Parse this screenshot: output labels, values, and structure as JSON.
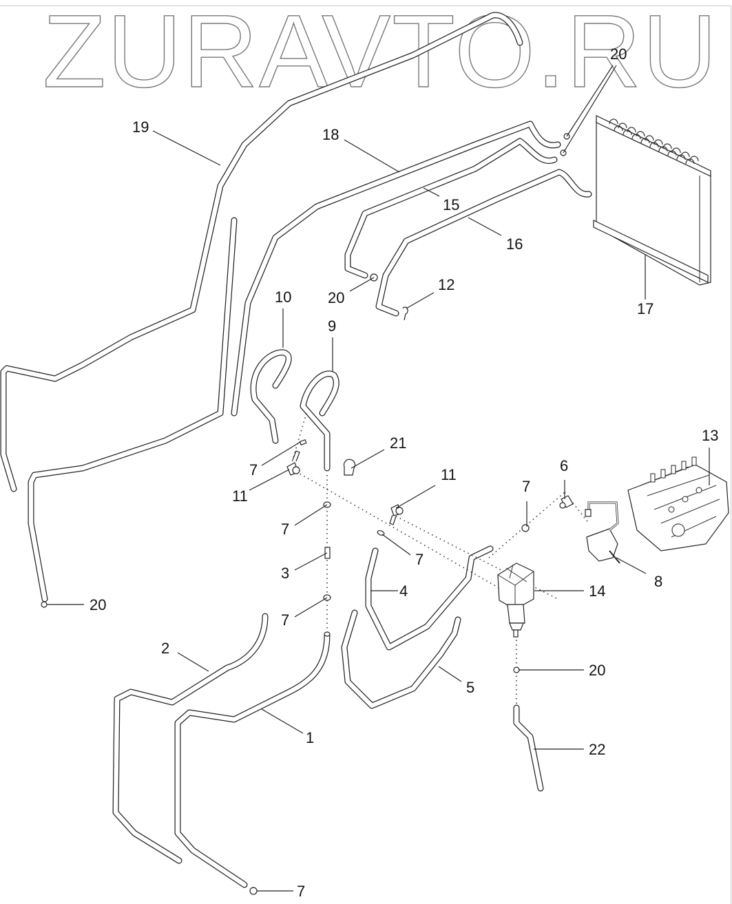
{
  "watermark": "ZURAVTO.RU",
  "diagram": {
    "type": "exploded parts diagram",
    "subject": "hoses, fittings, condenser and fuel/injection components",
    "callouts": [
      {
        "id": "c19",
        "label": "19",
        "part": "hose-19"
      },
      {
        "id": "c18",
        "label": "18",
        "part": "hose-18"
      },
      {
        "id": "c15",
        "label": "15",
        "part": "hose-15"
      },
      {
        "id": "c16",
        "label": "16",
        "part": "hose-16"
      },
      {
        "id": "c17",
        "label": "17",
        "part": "condenser"
      },
      {
        "id": "c20a",
        "label": "20",
        "part": "fitting-20-top"
      },
      {
        "id": "c20b",
        "label": "20",
        "part": "fitting-20-mid"
      },
      {
        "id": "c12",
        "label": "12",
        "part": "clip-12"
      },
      {
        "id": "c10",
        "label": "10",
        "part": "hose-10"
      },
      {
        "id": "c9",
        "label": "9",
        "part": "hose-9"
      },
      {
        "id": "c21",
        "label": "21",
        "part": "clamp-21"
      },
      {
        "id": "c7a",
        "label": "7",
        "part": "washer-7-a"
      },
      {
        "id": "c11a",
        "label": "11",
        "part": "elbow-11-a"
      },
      {
        "id": "c11b",
        "label": "11",
        "part": "elbow-11-b"
      },
      {
        "id": "c7b",
        "label": "7",
        "part": "washer-7-b"
      },
      {
        "id": "c6",
        "label": "6",
        "part": "elbow-6"
      },
      {
        "id": "c13",
        "label": "13",
        "part": "injection-pump"
      },
      {
        "id": "c7c",
        "label": "7",
        "part": "washer-7-c"
      },
      {
        "id": "c7d",
        "label": "7",
        "part": "washer-7-d"
      },
      {
        "id": "c3",
        "label": "3",
        "part": "connector-3"
      },
      {
        "id": "c8",
        "label": "8",
        "part": "pump-8"
      },
      {
        "id": "c4",
        "label": "4",
        "part": "hose-4"
      },
      {
        "id": "c14",
        "label": "14",
        "part": "fuel-filter"
      },
      {
        "id": "c20c",
        "label": "20",
        "part": "fitting-20-left"
      },
      {
        "id": "c7e",
        "label": "7",
        "part": "washer-7-e"
      },
      {
        "id": "c2",
        "label": "2",
        "part": "hose-2"
      },
      {
        "id": "c20d",
        "label": "20",
        "part": "fitting-20-lower"
      },
      {
        "id": "c5",
        "label": "5",
        "part": "hose-5"
      },
      {
        "id": "c1",
        "label": "1",
        "part": "hose-1"
      },
      {
        "id": "c22",
        "label": "22",
        "part": "hose-22"
      },
      {
        "id": "c7f",
        "label": "7",
        "part": "washer-7-f"
      }
    ]
  }
}
